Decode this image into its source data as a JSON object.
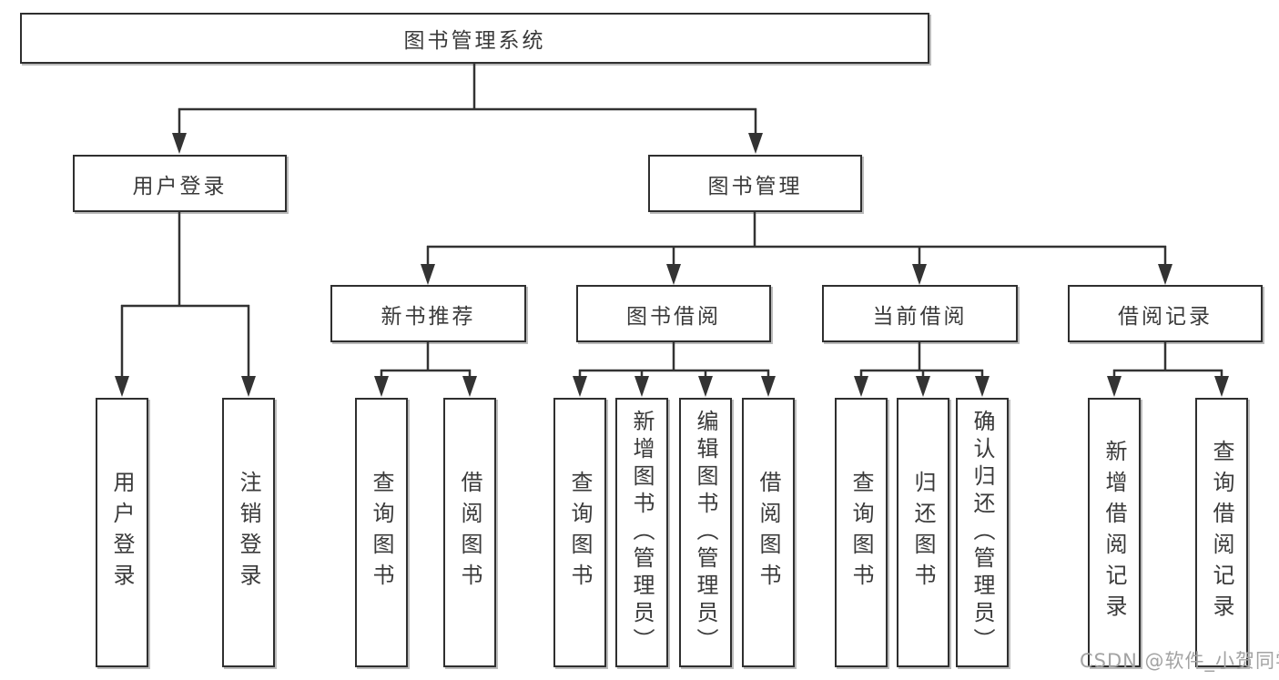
{
  "diagram": {
    "root": "图书管理系统",
    "level2": [
      {
        "label": "用户登录"
      },
      {
        "label": "图书管理"
      }
    ],
    "level3": [
      {
        "label": "新书推荐"
      },
      {
        "label": "图书借阅"
      },
      {
        "label": "当前借阅"
      },
      {
        "label": "借阅记录"
      }
    ],
    "leaves": {
      "user": [
        {
          "label": "用户登录"
        },
        {
          "label": "注销登录"
        }
      ],
      "newbook": [
        {
          "label": "查询图书"
        },
        {
          "label": "借阅图书"
        }
      ],
      "borrow": [
        {
          "label": "查询图书"
        },
        {
          "label": "新增图书（管理员）"
        },
        {
          "label": "编辑图书（管理员）"
        },
        {
          "label": "借阅图书"
        }
      ],
      "current": [
        {
          "label": "查询图书"
        },
        {
          "label": "归还图书"
        },
        {
          "label": "确认归还（管理员）"
        }
      ],
      "records": [
        {
          "label": "新增借阅记录"
        },
        {
          "label": "查询借阅记录"
        }
      ]
    }
  },
  "watermark": {
    "text": "CSDN @软件_小贺同学"
  },
  "colors": {
    "line": "#333333",
    "box_border": "#2f2f2f",
    "text": "#3a3a3a",
    "watermark": "#a3a3a3",
    "background": "#ffffff"
  }
}
